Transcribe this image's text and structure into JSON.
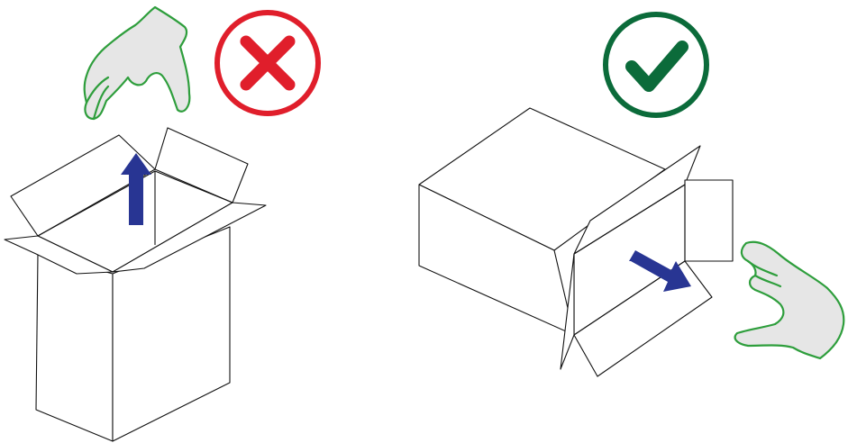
{
  "scene": {
    "background": "#ffffff",
    "panels": [
      {
        "verdict": "incorrect",
        "verdict_icon": "cross-circle-icon",
        "verdict_color": "#e01e2b",
        "action": "lift-up-from-open-box",
        "arrow_icon": "arrow-up-icon",
        "arrow_color": "#283593",
        "hand_icon": "gloved-hand-icon"
      },
      {
        "verdict": "correct",
        "verdict_icon": "check-circle-icon",
        "verdict_color": "#0b6b3a",
        "action": "slide-out-from-tipped-box",
        "arrow_icon": "arrow-diagonal-icon",
        "arrow_color": "#283593",
        "hand_icon": "gloved-hand-icon"
      }
    ],
    "glove_stroke": "#2e9e3c",
    "glove_fill": "#e6e6e6"
  }
}
